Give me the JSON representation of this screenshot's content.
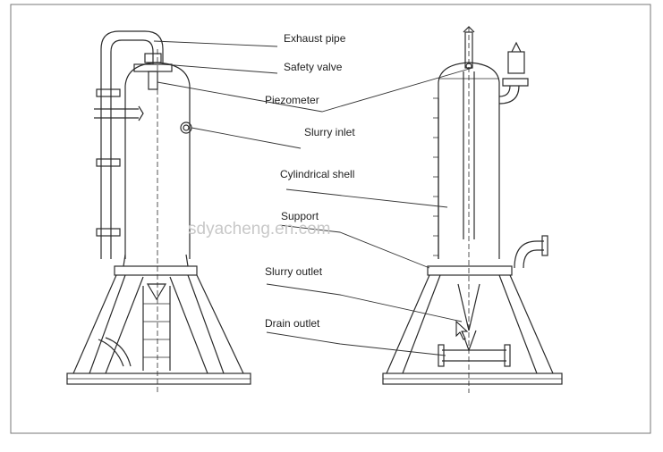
{
  "labels": {
    "exhaust_pipe": "Exhaust pipe",
    "safety_valve": "Safety valve",
    "piezometer": "Piezometer",
    "slurry_inlet": "Slurry inlet",
    "cylindrical_shell": "Cylindrical  shell",
    "support": "Support",
    "slurry_outlet": "Slurry outlet",
    "drain_outlet": "Drain outlet"
  },
  "watermark": "sdyacheng.en.com",
  "colors": {
    "line": "#2b2b2b",
    "watermark": "#c8c8c8",
    "background": "#ffffff"
  },
  "icons": {
    "cursor": "move-cursor-icon"
  }
}
